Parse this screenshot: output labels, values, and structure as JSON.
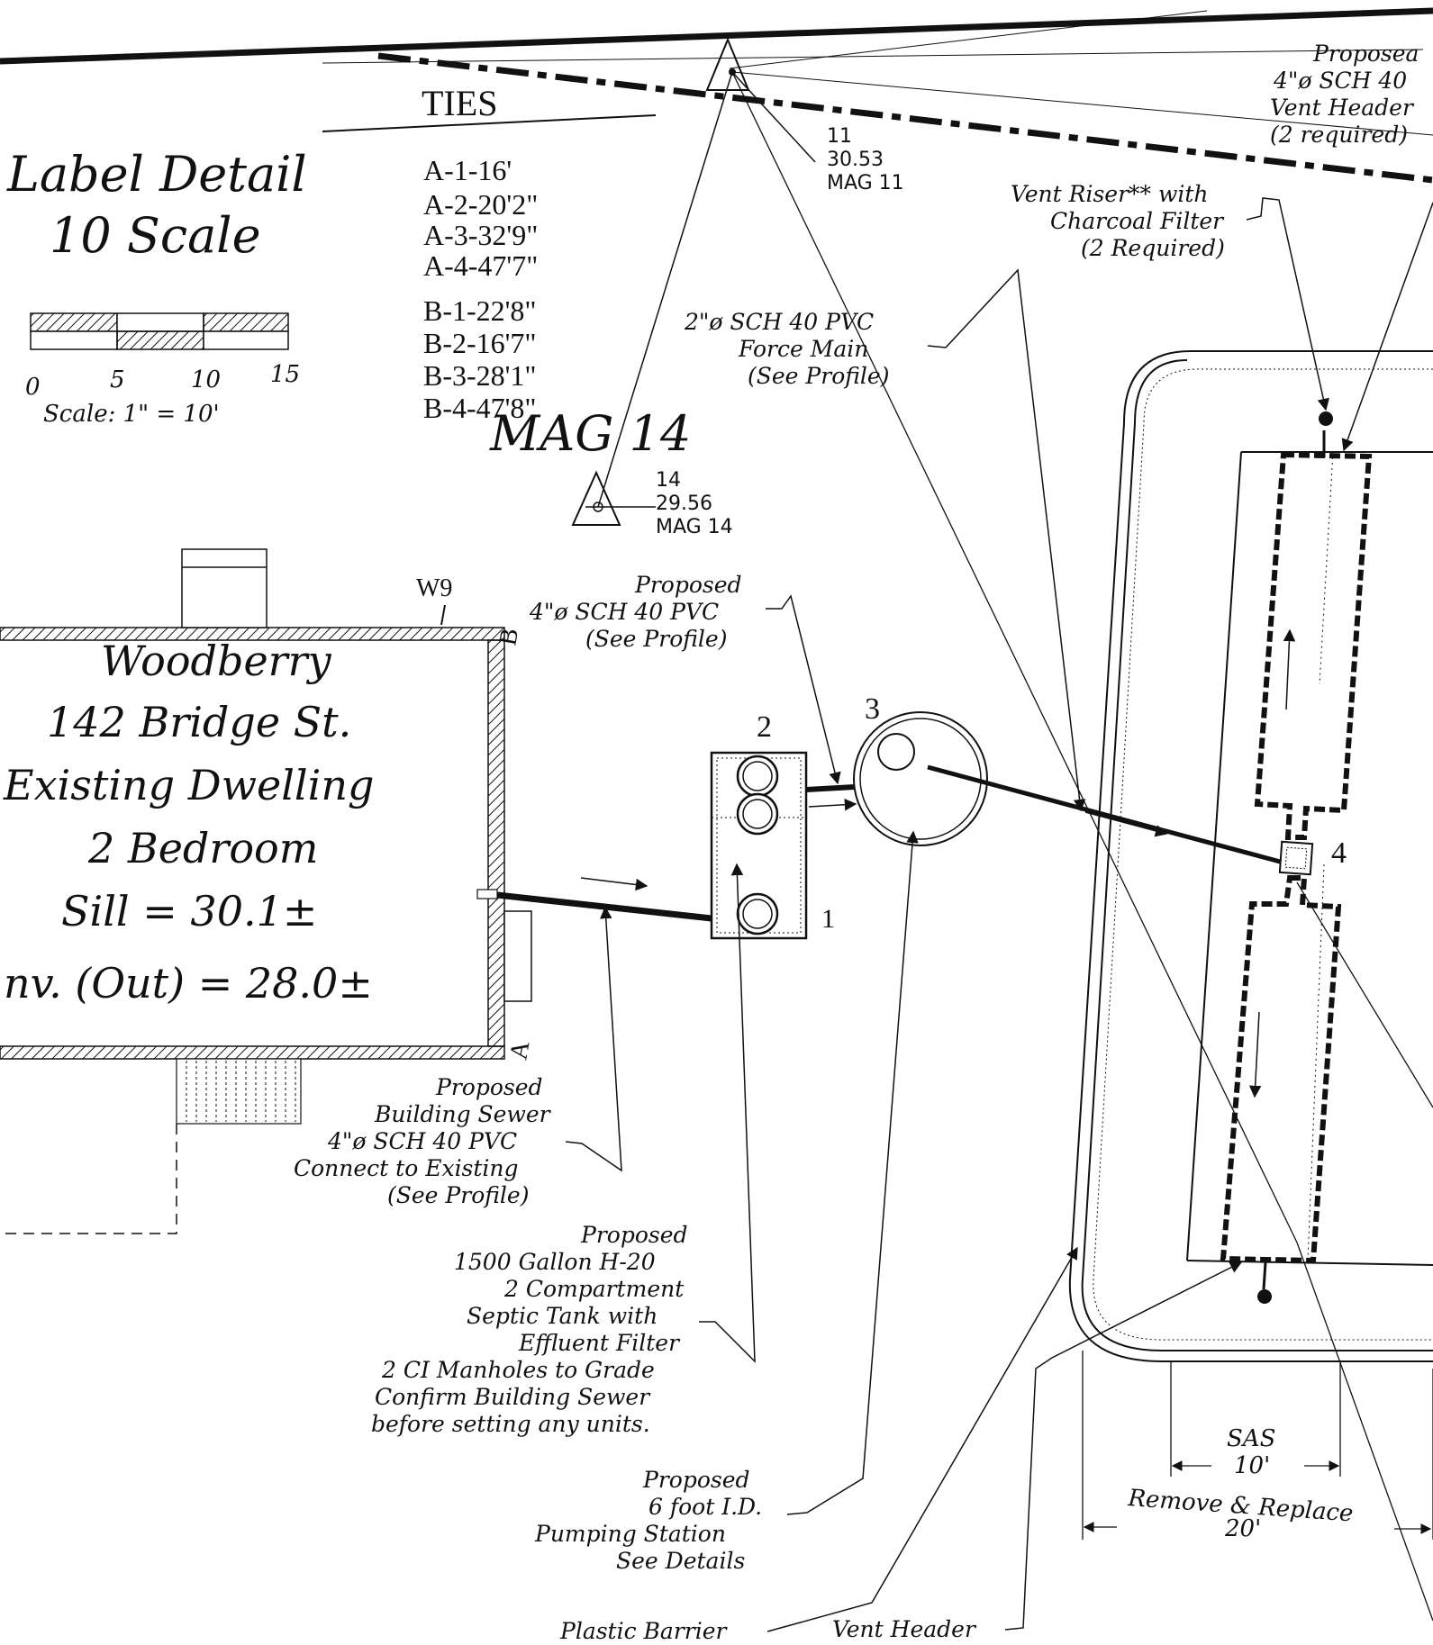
{
  "scale_block": {
    "title_line1": "Label Detail",
    "title_line2": "10 Scale",
    "ticks": [
      "0",
      "5",
      "10",
      "15"
    ],
    "scale_text": "Scale: 1\" = 10'"
  },
  "ties": {
    "title": "TIES",
    "a_list": [
      "A-1-16'",
      "A-2-20'2\"",
      "A-3-32'9\"",
      "A-4-47'7\""
    ],
    "b_list": [
      "B-1-22'8\"",
      "B-2-16'7\"",
      "B-3-28'1\"",
      "B-4-47'8\""
    ]
  },
  "benchmarks": {
    "mag11": {
      "id": "11",
      "elev": "30.53",
      "name": "MAG 11"
    },
    "mag14": {
      "id": "14",
      "elev": "29.56",
      "name": "MAG 14",
      "big_label": "MAG 14"
    }
  },
  "dwelling": {
    "line1": "Woodberry",
    "line2": "142 Bridge St.",
    "line3": "Existing Dwelling",
    "line4": "2 Bedroom",
    "line5": "Sill = 30.1±",
    "line6": "nv. (Out) = 28.0±",
    "corner_w": "W9",
    "corner_b": "B",
    "corner_a": "A"
  },
  "unit_numbers": {
    "n1": "1",
    "n2": "2",
    "n3": "3",
    "n4": "4"
  },
  "notes": {
    "vent_header_top": [
      "Proposea",
      "4\"ø SCH 40",
      "Vent Header",
      "(2 required)"
    ],
    "vent_riser": [
      "Vent Riser** with",
      "Charcoal Filter",
      "(2 Required)"
    ],
    "force_main": [
      "2\"ø SCH 40 PVC",
      "Force Main",
      "(See Profile)"
    ],
    "proposed_pvc": [
      "Proposed",
      "4\"ø SCH 40 PVC",
      "(See Profile)"
    ],
    "building_sewer": [
      "Proposed",
      "Building Sewer",
      "4\"ø SCH 40 PVC",
      "Connect to Existing",
      "(See Profile)"
    ],
    "septic_tank": [
      "Proposed",
      "1500 Gallon H-20",
      "2 Compartment",
      "Septic Tank with",
      "Effluent Filter",
      "2 CI Manholes to Grade",
      "Confirm Building Sewer",
      "before setting any units."
    ],
    "pump_station": [
      "Proposed",
      "6 foot I.D.",
      "Pumping Station",
      "See Details"
    ],
    "plastic_barrier": "Plastic Barrier",
    "vent_header_bottom": "Vent Header"
  },
  "dims": {
    "sas_label": "SAS",
    "sas_value": "10'",
    "remove_label": "Remove & Replace",
    "remove_value": "20'"
  }
}
